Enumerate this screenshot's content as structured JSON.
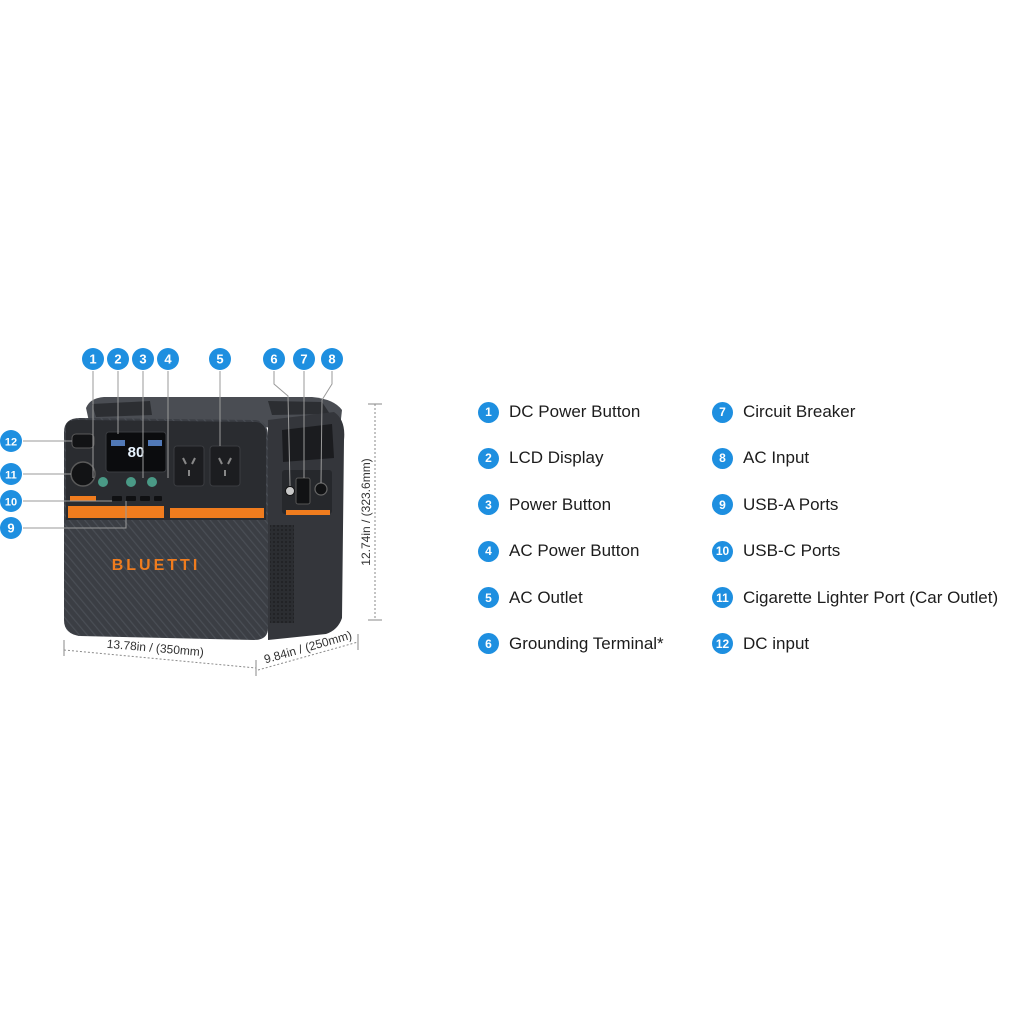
{
  "brand": {
    "logo_text": "BLUETTI",
    "accent_color": "#f07c1e",
    "badge_color": "#1e8fe0"
  },
  "dimensions": {
    "width": "13.78in / (350mm)",
    "depth": "9.84in / (250mm)",
    "height": "12.74in / (323.6mm)"
  },
  "display": {
    "value": "80"
  },
  "legend": [
    {
      "num": "1",
      "label": "DC Power Button"
    },
    {
      "num": "2",
      "label": "LCD Display"
    },
    {
      "num": "3",
      "label": "Power Button"
    },
    {
      "num": "4",
      "label": "AC Power Button"
    },
    {
      "num": "5",
      "label": "AC Outlet"
    },
    {
      "num": "6",
      "label": "Grounding Terminal*"
    },
    {
      "num": "7",
      "label": "Circuit Breaker"
    },
    {
      "num": "8",
      "label": "AC Input"
    },
    {
      "num": "9",
      "label": "USB-A Ports"
    },
    {
      "num": "10",
      "label": "USB-C Ports"
    },
    {
      "num": "11",
      "label": "Cigarette Lighter Port (Car Outlet)"
    },
    {
      "num": "12",
      "label": "DC input"
    }
  ]
}
